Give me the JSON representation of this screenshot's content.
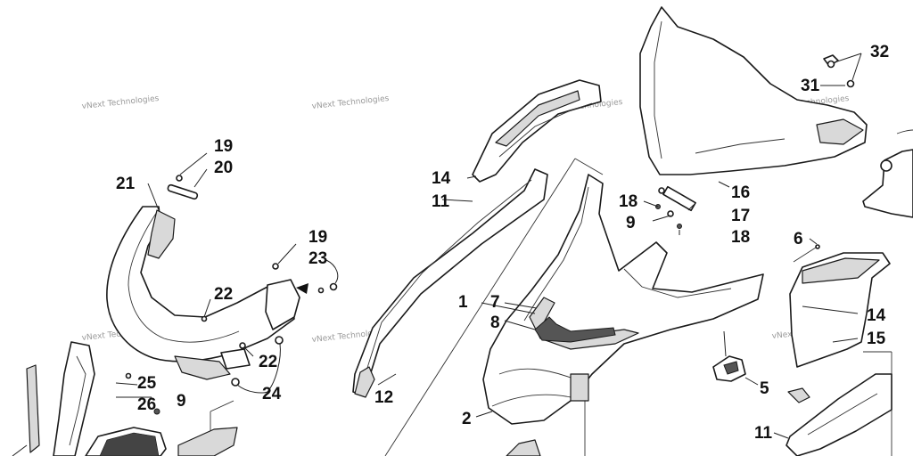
{
  "diagram": {
    "watermark": "vNext Technologies",
    "callouts": [
      {
        "id": "c19a",
        "text": "19"
      },
      {
        "id": "c20",
        "text": "20"
      },
      {
        "id": "c21",
        "text": "21"
      },
      {
        "id": "c19b",
        "text": "19"
      },
      {
        "id": "c23",
        "text": "23"
      },
      {
        "id": "c22a",
        "text": "22"
      },
      {
        "id": "c22b",
        "text": "22"
      },
      {
        "id": "c24",
        "text": "24"
      },
      {
        "id": "c25",
        "text": "25"
      },
      {
        "id": "c26",
        "text": "26"
      },
      {
        "id": "c9a",
        "text": "9"
      },
      {
        "id": "c14a",
        "text": "14"
      },
      {
        "id": "c11a",
        "text": "11"
      },
      {
        "id": "c12",
        "text": "12"
      },
      {
        "id": "c1",
        "text": "1"
      },
      {
        "id": "c7",
        "text": "7"
      },
      {
        "id": "c8",
        "text": "8"
      },
      {
        "id": "c2",
        "text": "2"
      },
      {
        "id": "c18a",
        "text": "18"
      },
      {
        "id": "c9b",
        "text": "9"
      },
      {
        "id": "c16",
        "text": "16"
      },
      {
        "id": "c17",
        "text": "17"
      },
      {
        "id": "c18b",
        "text": "18"
      },
      {
        "id": "c31",
        "text": "31"
      },
      {
        "id": "c32",
        "text": "32"
      },
      {
        "id": "c6",
        "text": "6"
      },
      {
        "id": "c14b",
        "text": "14"
      },
      {
        "id": "c15",
        "text": "15"
      },
      {
        "id": "c5",
        "text": "5"
      },
      {
        "id": "c11b",
        "text": "11"
      }
    ]
  }
}
